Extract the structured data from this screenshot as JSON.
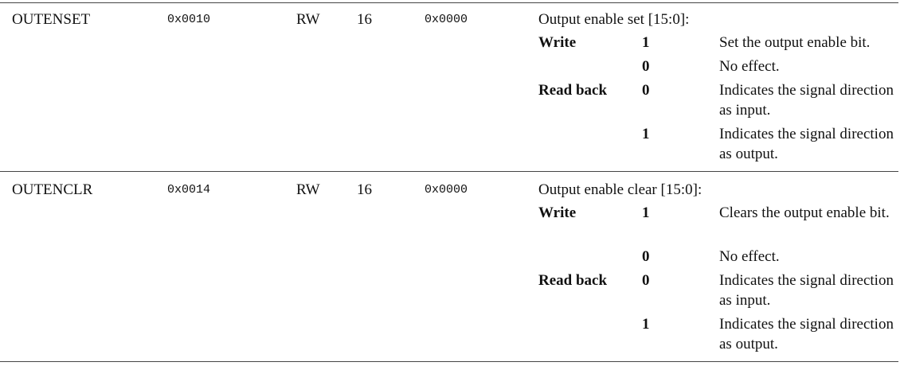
{
  "registers": [
    {
      "name": "OUTENSET",
      "offset": "0x0010",
      "type": "RW",
      "width": "16",
      "reset": "0x0000",
      "description": "Output enable set [15:0]:",
      "details": [
        {
          "op": "Write",
          "value": "1",
          "meaning": "Set the output enable bit."
        },
        {
          "op": "",
          "value": "0",
          "meaning": "No effect."
        },
        {
          "op": "Read back",
          "value": "0",
          "meaning": "Indicates the signal direction as input."
        },
        {
          "op": "",
          "value": "1",
          "meaning": "Indicates the signal direction as output."
        }
      ]
    },
    {
      "name": "OUTENCLR",
      "offset": "0x0014",
      "type": "RW",
      "width": "16",
      "reset": "0x0000",
      "description": "Output enable clear [15:0]:",
      "details": [
        {
          "op": "Write",
          "value": "1",
          "meaning": "Clears the output enable bit."
        },
        {
          "op": "",
          "value": "0",
          "meaning": "No effect."
        },
        {
          "op": "Read back",
          "value": "0",
          "meaning": "Indicates the signal direction as input."
        },
        {
          "op": "",
          "value": "1",
          "meaning": "Indicates the signal direction as output."
        }
      ]
    }
  ]
}
